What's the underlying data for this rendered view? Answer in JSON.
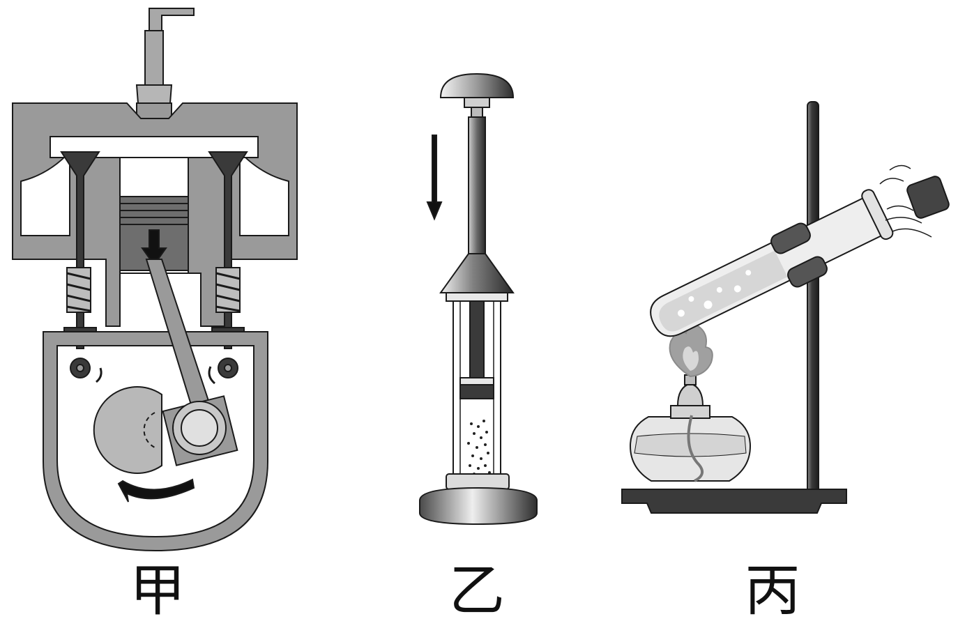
{
  "figures": [
    {
      "id": "engine",
      "label": "甲",
      "description_icon": "engine-cylinder-icon"
    },
    {
      "id": "air-compressor",
      "label": "乙",
      "description_icon": "piston-tube-icon"
    },
    {
      "id": "test-tube-heating",
      "label": "丙",
      "description_icon": "test-tube-burner-icon"
    }
  ],
  "colors": {
    "outline": "#1a1a1a",
    "casing": "#9a9a9a",
    "dark": "#3a3a3a",
    "light": "#d8d8d8",
    "glass": "#e9e9e9"
  }
}
